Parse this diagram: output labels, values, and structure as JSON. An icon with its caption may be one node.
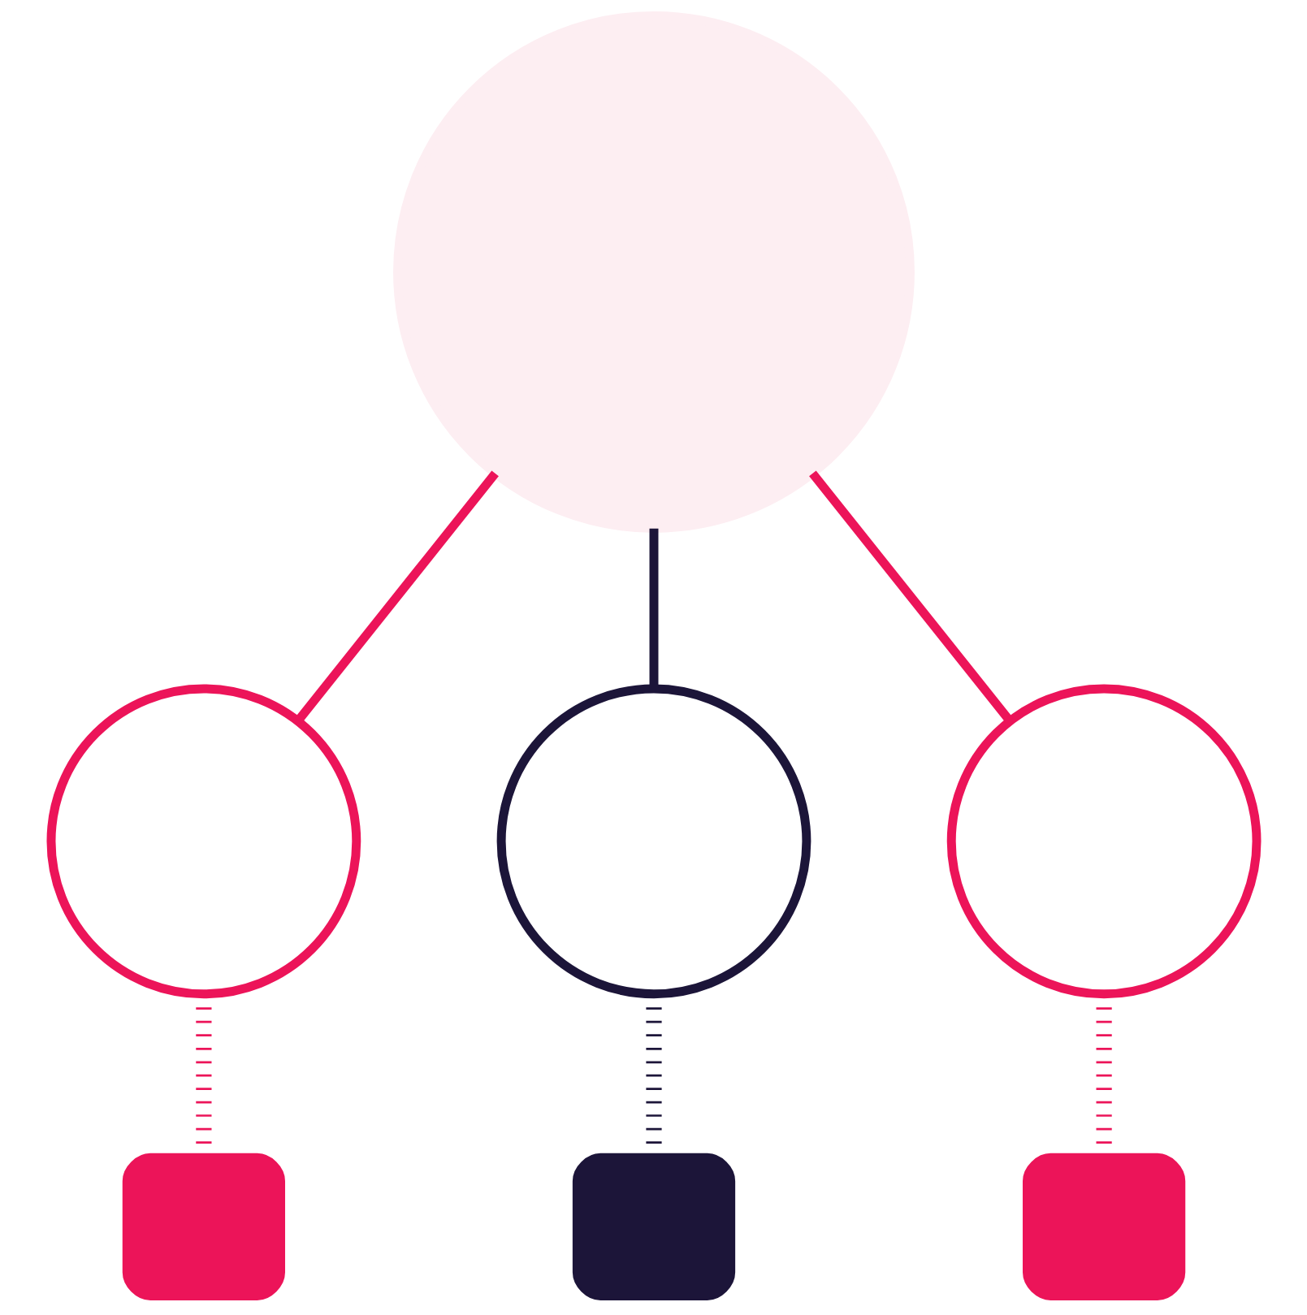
{
  "diagram": {
    "nodes": [
      {
        "text": [],
        "shape": "circle"
      },
      {
        "text": [],
        "shape": "circle"
      },
      {
        "text": [],
        "shape": "circle"
      },
      {
        "text": [],
        "shape": "circle"
      },
      {
        "text": [],
        "shape": "person"
      },
      {
        "text": [],
        "shape": "person"
      },
      {
        "text": [],
        "shape": "person"
      }
    ],
    "edges": [
      {
        "from": 0,
        "to": 1,
        "arrow": "none"
      },
      {
        "from": 0,
        "to": 2,
        "arrow": "none",
        "color": "#1c1539"
      },
      {
        "from": 0,
        "to": 3,
        "arrow": "none"
      },
      {
        "from": 1,
        "to": 4,
        "arrow": "none",
        "style": "dashed"
      },
      {
        "from": 2,
        "to": 5,
        "arrow": "none",
        "style": "dashed",
        "color": "#1c1539"
      },
      {
        "from": 3,
        "to": 6,
        "arrow": "none",
        "style": "dashed"
      }
    ]
  }
}
